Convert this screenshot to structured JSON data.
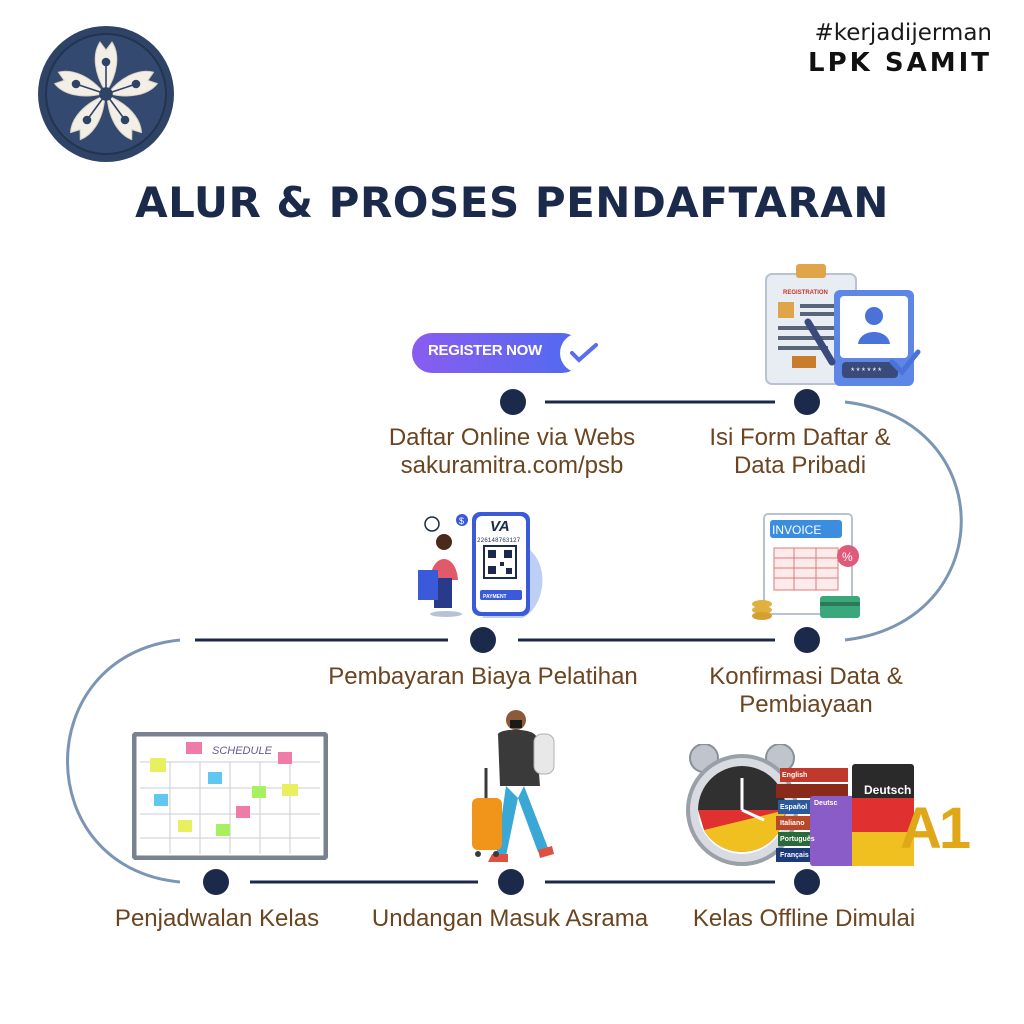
{
  "header": {
    "hashtag": "#kerjadijerman",
    "brand": "LPK SAMIT"
  },
  "title": "ALUR & PROSES PENDAFTARAN",
  "steps": [
    {
      "line1": "Daftar Online via Webs",
      "line2": "sakuramitra.com/psb"
    },
    {
      "line1": "Isi Form Daftar &",
      "line2": "Data Pribadi"
    },
    {
      "line1": "Konfirmasi Data &",
      "line2": "Pembiayaan"
    },
    {
      "line1": "Pembayaran Biaya Pelatihan",
      "line2": ""
    },
    {
      "line1": "Penjadwalan Kelas",
      "line2": ""
    },
    {
      "line1": "Undangan Masuk Asrama",
      "line2": ""
    },
    {
      "line1": "Kelas Offline Dimulai",
      "line2": ""
    }
  ],
  "illustrations": {
    "register_button": "REGISTER NOW",
    "registration_form": "REGISTRATION",
    "password_mask": "******",
    "va_title": "VA",
    "va_number": "226148763127",
    "payment_label": "PAYMENT",
    "invoice": "INVOICE",
    "schedule": "SCHEDULE",
    "deutsch": "Deutsch",
    "level": "A1",
    "books": [
      "English",
      "Español",
      "Italiano",
      "Português",
      "Français"
    ],
    "book_small": "Deutsc"
  },
  "colors": {
    "navy": "#1b2a4a",
    "connector": "#7b95b5",
    "label_brown": "#6b4420"
  }
}
